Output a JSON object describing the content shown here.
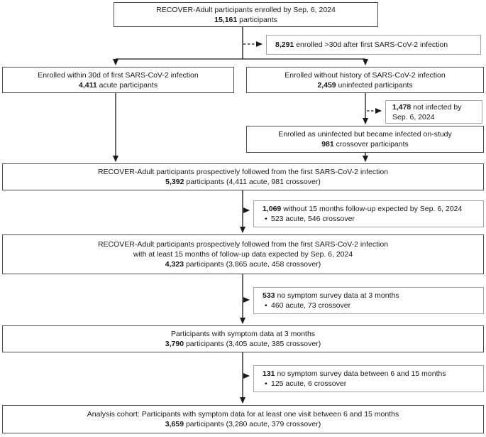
{
  "figure": {
    "bullet_marker": "•",
    "colors": {
      "main_box_border": "#4d4d4d",
      "side_box_border": "#a3a3a3",
      "arrow_line": "#1a1a1a",
      "text": "#1a1a1a",
      "background": "#ffffff"
    },
    "boxes": {
      "enrolled_total": {
        "line1": "RECOVER-Adult participants enrolled by Sep. 6, 2024",
        "bold": "15,161",
        "rest": " participants"
      },
      "excluded_late_enrolled": {
        "bold": "8,291",
        "rest": " enrolled >30d after first SARS-CoV-2 infection"
      },
      "acute": {
        "line1": "Enrolled within 30d of first SARS-CoV-2 infection",
        "bold": "4,411",
        "rest": " acute participants"
      },
      "uninfected": {
        "line1": "Enrolled without history of SARS-CoV-2 infection",
        "bold": "2,459",
        "rest": " uninfected participants"
      },
      "excluded_not_infected": {
        "bold": "1,478",
        "rest": " not infected by Sep. 6, 2024"
      },
      "crossover": {
        "line1": "Enrolled as uninfected but became infected on-study",
        "bold": "981",
        "rest": " crossover participants"
      },
      "followed": {
        "line1": "RECOVER-Adult participants prospectively followed from the first SARS-CoV-2 infection",
        "bold": "5,392",
        "rest": " participants (4,411 acute, 981 crossover)"
      },
      "excluded_no_15mo_followup": {
        "bold": "1,069",
        "rest": " without 15 months follow-up expected by Sep. 6, 2024",
        "bullet": "523 acute, 546 crossover"
      },
      "followed_15mo": {
        "line1": "RECOVER-Adult participants prospectively followed from the first SARS-CoV-2 infection",
        "line2": "with at least 15 months of follow-up data expected by Sep. 6, 2024",
        "bold": "4,323",
        "rest": " participants (3,865 acute, 458 crossover)"
      },
      "excluded_no_3mo_symptom": {
        "bold": "533",
        "rest": " no symptom survey data at 3 months",
        "bullet": "460 acute, 73 crossover"
      },
      "symptom_3mo": {
        "line1": "Participants with symptom data at 3 months",
        "bold": "3,790",
        "rest": " participants (3,405 acute, 385 crossover)"
      },
      "excluded_no_6_15mo_symptom": {
        "bold": "131",
        "rest": " no symptom survey data between 6 and 15 months",
        "bullet": "125 acute, 6 crossover"
      },
      "analysis_cohort": {
        "line1": "Analysis cohort: Participants with symptom data for at least one visit between 6 and 15 months",
        "bold": "3,659",
        "rest": " participants (3,280 acute, 379 crossover)"
      }
    }
  }
}
